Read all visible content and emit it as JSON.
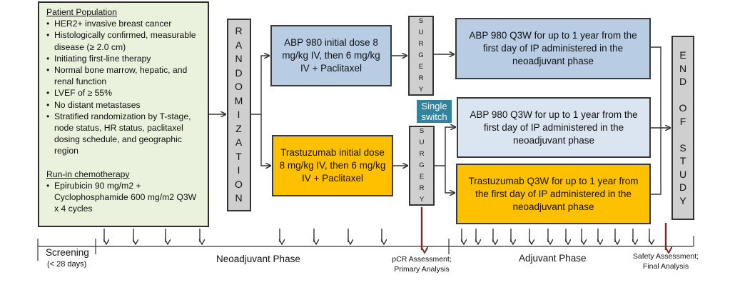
{
  "population": {
    "header": "Patient Population",
    "criteria": [
      "HER2+ invasive breast cancer",
      "Histologically confirmed, measurable disease (≥ 2.0 cm)",
      "Initiating first-line therapy",
      "Normal bone marrow, hepatic, and renal function",
      "LVEF of ≥ 55%",
      "No distant metastases",
      "Stratified randomization by T-stage, node status, HR status, paclitaxel dosing schedule, and geographic region"
    ],
    "runin_header": "Run-in chemotherapy",
    "runin_items": [
      "Epirubicin 90 mg/m2 + Cyclophosphamide 600 mg/m2 Q3W x 4 cycles"
    ]
  },
  "randomization": {
    "letters": [
      "R",
      "A",
      "N",
      "D",
      "O",
      "M",
      "I",
      "Z",
      "A",
      "T",
      "I",
      "O",
      "N"
    ]
  },
  "neoadjuvant": {
    "abp_arm": "ABP 980 initial dose 8 mg/kg IV, then 6 mg/kg IV + Paclitaxel",
    "trastuzumab_arm": "Trastuzumab initial dose 8 mg/kg IV, then 6 mg/kg IV + Paclitaxel"
  },
  "surgery": {
    "letters": [
      "S",
      "U",
      "R",
      "G",
      "E",
      "R",
      "Y"
    ]
  },
  "switch_label": "Single switch",
  "adjuvant": {
    "abp_top": "ABP 980 Q3W for up to 1 year from the first day of IP administered in the neoadjuvant phase",
    "abp_switch": "ABP 980 Q3W for up to 1 year from the first day of IP administered in the neoadjuvant phase",
    "trastuzumab": "Trastuzumab Q3W for up to 1 year from the first day of IP administered in the neoadjuvant phase"
  },
  "end_of_study": {
    "letters": [
      "E",
      "N",
      "D",
      "",
      "O",
      "F",
      "",
      "S",
      "T",
      "U",
      "D",
      "Y"
    ]
  },
  "timeline": {
    "screening": "Screening",
    "screening_duration": "(< 28 days)",
    "neoadjuvant_phase": "Neoadjuvant Phase",
    "pcr": "pCR Assessment;",
    "primary": "Primary Analysis",
    "adjuvant_phase": "Adjuvant Phase",
    "safety": "Safety Assessment;",
    "final": "Final Analysis"
  },
  "colors": {
    "population_bg": "#eaf1dc",
    "gray_bar": "#cfcfcf",
    "blue_box": "#b8cce4",
    "light_blue_box": "#dbe5f1",
    "gold_box": "#ffc000",
    "switch_badge": "#31849b",
    "assessment_arrow": "#7b2a2a"
  }
}
